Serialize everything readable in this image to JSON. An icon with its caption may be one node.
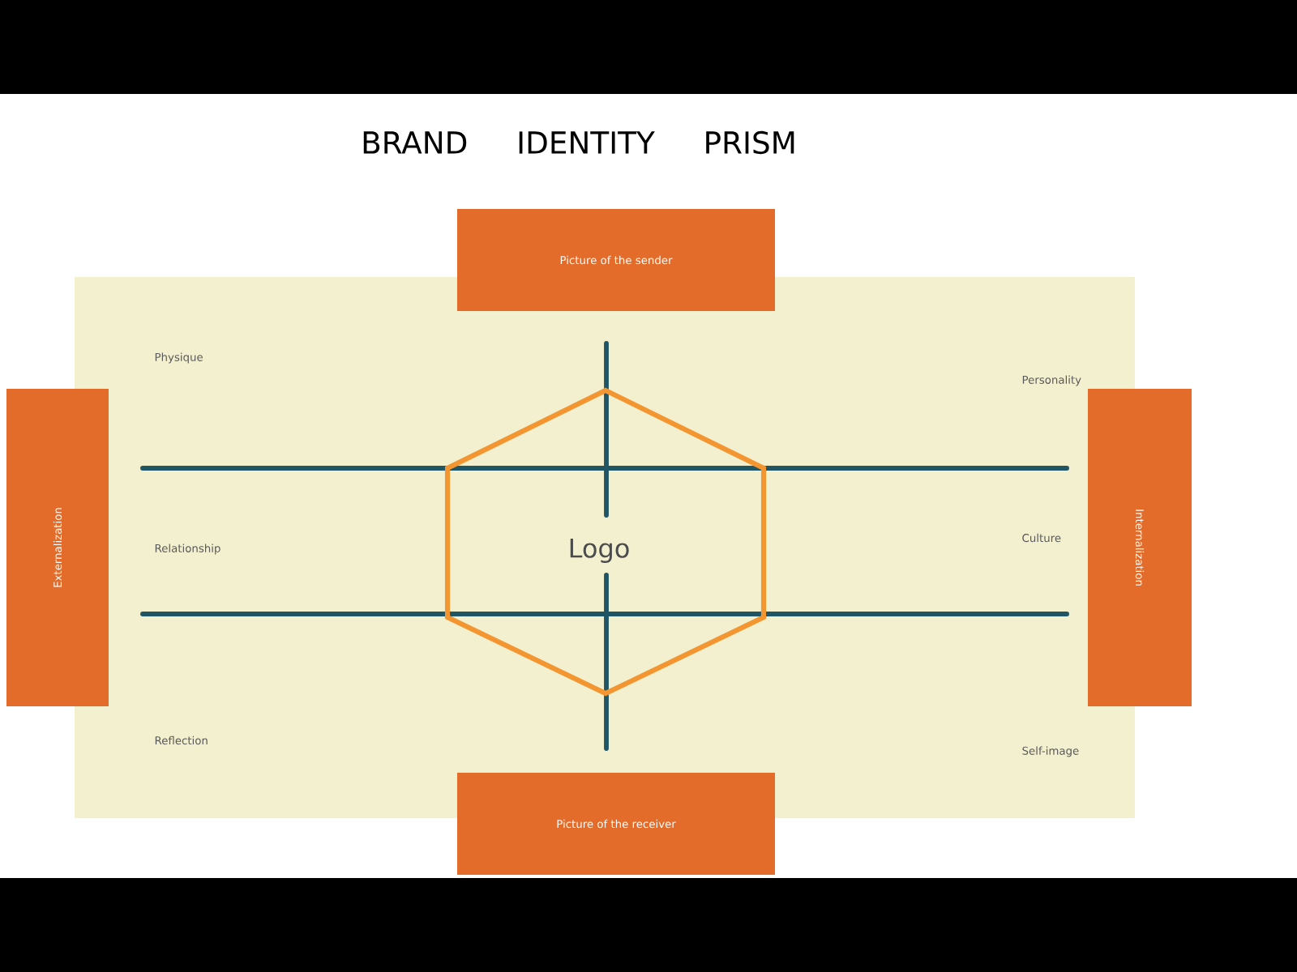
{
  "diagram": {
    "title": "BRAND IDENTITY PRISM",
    "nodes": [
      {
        "text": [
          "Picture of the sender"
        ]
      },
      {
        "text": [
          "Externalization"
        ]
      },
      {
        "text": [
          "Internalization"
        ]
      },
      {
        "text": [
          "Logo"
        ]
      },
      {
        "text": [
          "Picture of the receiver"
        ]
      }
    ],
    "labels": [
      "Physique",
      "Personality",
      "Relationship",
      "Culture",
      "Reflection",
      "Self-image"
    ]
  }
}
